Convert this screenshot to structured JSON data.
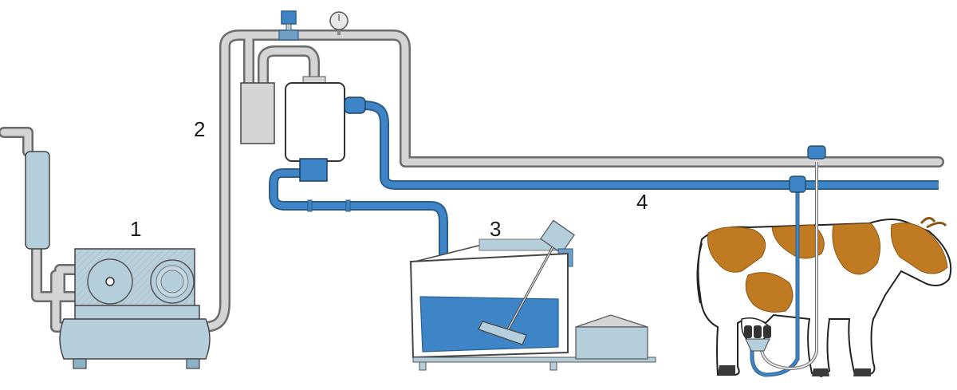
{
  "labels": {
    "pump": "1",
    "vacuum_line": "2",
    "cooling_tank": "3",
    "milk_line": "4"
  },
  "colors": {
    "vacuum_pipe": "#d4d4d4",
    "pipe_outline": "#6b6b6b",
    "milk_pipe": "#3d85c6",
    "milk_fill": "#3d85c6",
    "equipment": "#b5cedb",
    "cow_brown": "#c07a22",
    "cow_white": "#ffffff"
  },
  "icons": [
    "pressure-gauge-icon",
    "vacuum-regulator-icon",
    "cow-icon",
    "teat-cup-cluster-icon"
  ]
}
